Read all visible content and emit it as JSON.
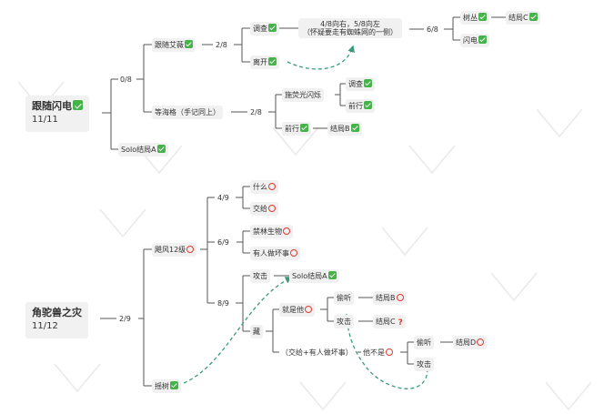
{
  "diagram": {
    "accent_colors": {
      "check": "#45b24a",
      "circle": "#e23a2f",
      "question": "#d53b2d",
      "dashed_arrow": "#3a9a7a",
      "connector": "#555555"
    },
    "tree1": {
      "root": {
        "title": "跟随闪电",
        "score": "11/11"
      },
      "progress_0": "0/8",
      "follow_aiwei": "跟随艾薇",
      "progress_2a": "2/8",
      "investigate": "调查",
      "leave": "离开",
      "hint_line1": "4/8向右，5/8向左",
      "hint_line2": "（怀疑要走有蜘蛛网的一侧）",
      "progress_6": "6/8",
      "bush": "树丛",
      "ending_c": "结局C",
      "lightning": "闪电",
      "wait_heige": "等海格（手记同上）",
      "progress_2b": "2/8",
      "cast_light": "施荧光闪烁",
      "investigate2": "调查",
      "go_forward": "前行",
      "go_forward2": "前行",
      "ending_b": "结局B",
      "solo_ending_a": "Solo结局A"
    },
    "tree2": {
      "root": {
        "title": "角驼兽之灾",
        "score": "11/12"
      },
      "progress_2": "2/9",
      "wind12": "飓风12级",
      "progress_4": "4/9",
      "what": "什么",
      "hand_over": "交给",
      "progress_6": "6/9",
      "forbidden_creature": "禁林生物",
      "someone_bad": "有人做坏事",
      "progress_8": "8/9",
      "attack": "攻击",
      "solo_ending_a": "Solo结局A",
      "is_him": "就是他",
      "eavesdrop": "偷听",
      "ending_b": "结局B",
      "attack2": "攻击",
      "ending_c": "结局C",
      "question_mark": "?",
      "hide": "藏",
      "combo": "（交给+有人做坏事）",
      "not_him": "他不是",
      "eavesdrop2": "偷听",
      "ending_d": "结局D",
      "attack3": "攻击",
      "shake_tree": "摇树"
    }
  }
}
